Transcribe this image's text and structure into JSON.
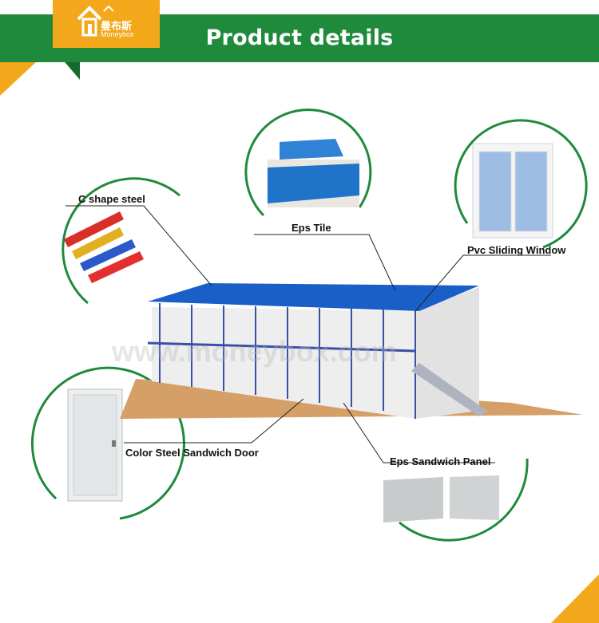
{
  "header": {
    "title": "Product details",
    "logo": {
      "chinese": "曼布斯",
      "brand": "Moneybox"
    }
  },
  "watermark": "www.moneybox.com",
  "callouts": {
    "c_shape_steel": "C shape steel",
    "eps_tile": "Eps Tile",
    "pvc_window": "Pvc Sliding Window",
    "door": "Color Steel Sandwich Door",
    "eps_panel": "Eps Sandwich Panel"
  },
  "colors": {
    "brand_green": "#1f8a3c",
    "accent_orange": "#f3a81c",
    "roof_blue": "#1a5fc8",
    "steel_blue": "#3a4fa8"
  }
}
